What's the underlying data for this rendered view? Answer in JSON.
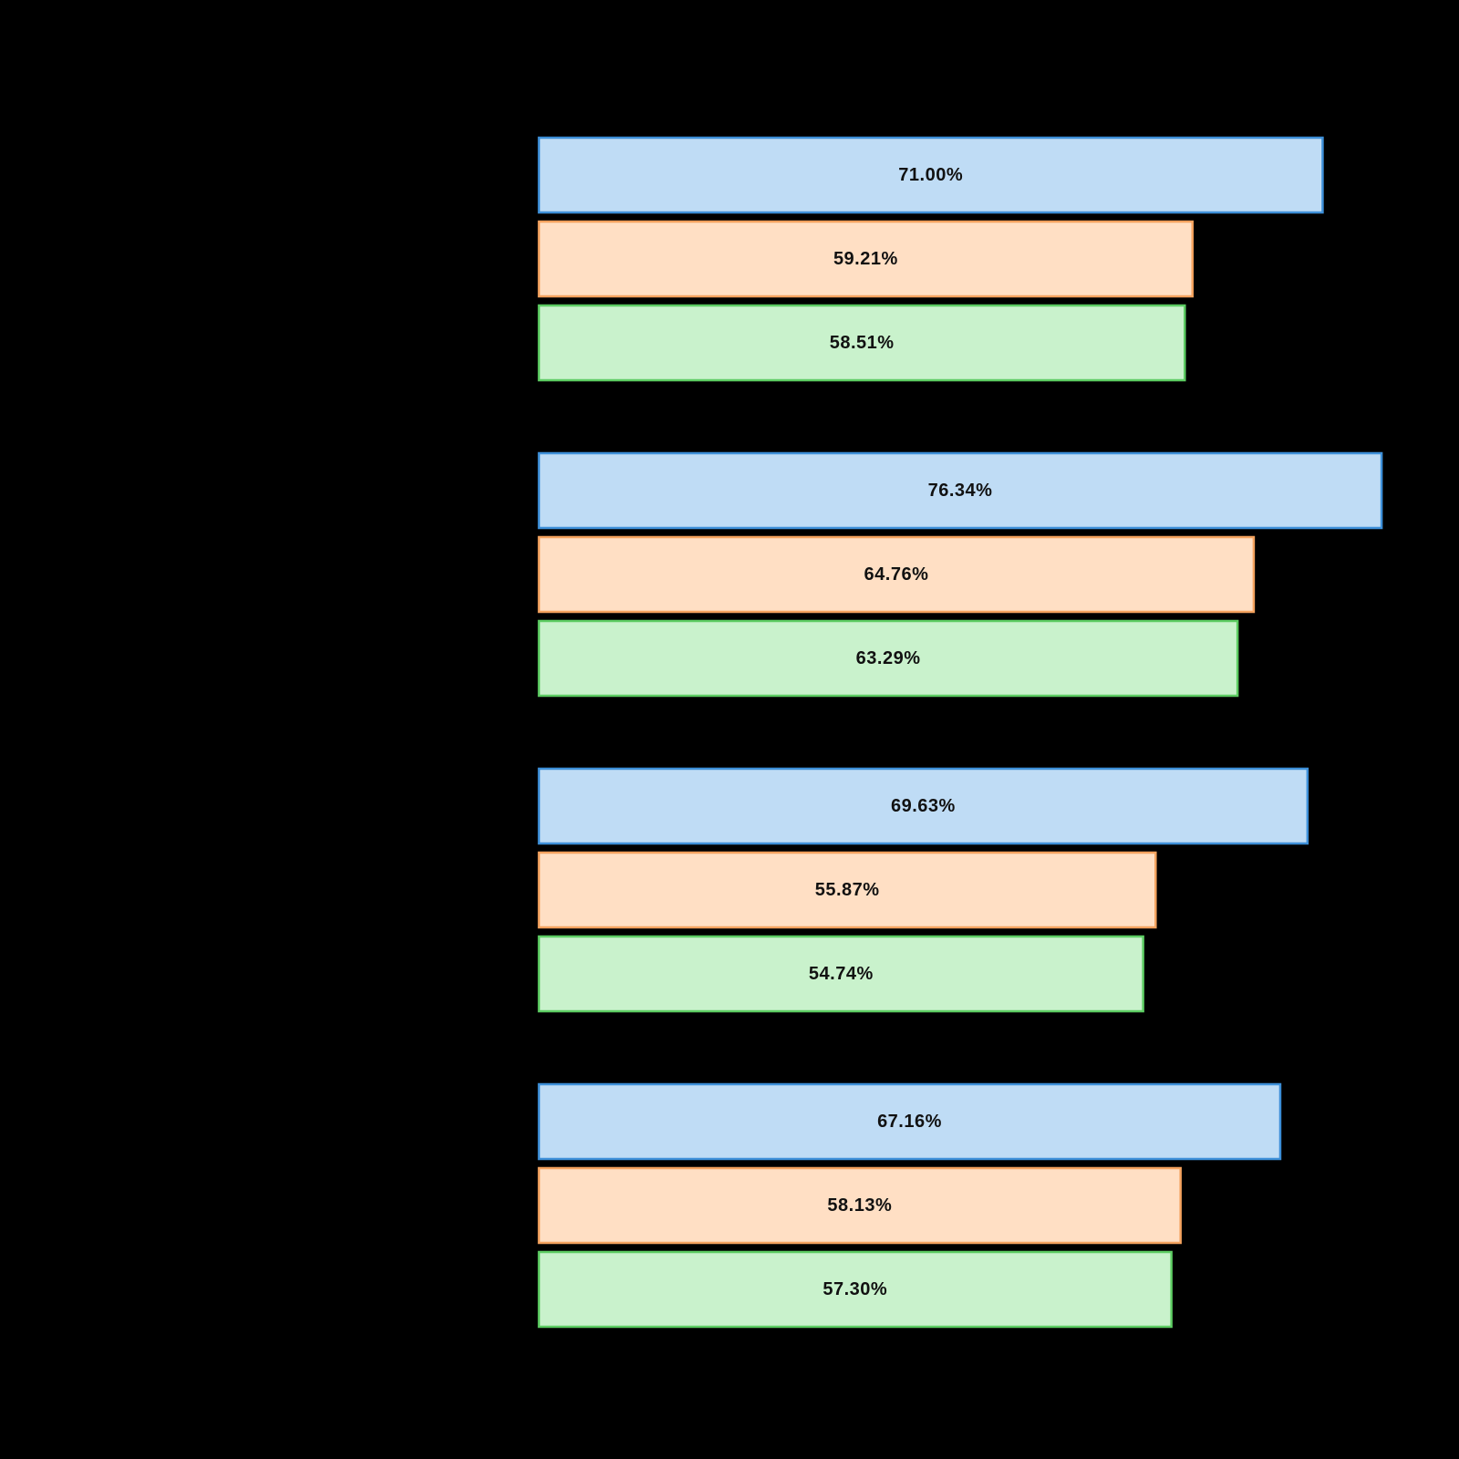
{
  "chart_data": {
    "type": "bar",
    "orientation": "horizontal",
    "categories": [
      "",
      "",
      "",
      ""
    ],
    "series": [
      {
        "values": [
          71.0,
          76.34,
          69.63,
          67.16
        ],
        "labels": [
          "71.00%",
          "76.34%",
          "69.63%",
          "67.16%"
        ],
        "fill": "#bfdcf5",
        "stroke": "#3d8fd8"
      },
      {
        "values": [
          59.21,
          64.76,
          55.87,
          58.13
        ],
        "labels": [
          "59.21%",
          "64.76%",
          "55.87%",
          "58.13%"
        ],
        "fill": "#ffdfc4",
        "stroke": "#f4a25e"
      },
      {
        "values": [
          58.51,
          63.29,
          54.74,
          57.3
        ],
        "labels": [
          "58.51%",
          "63.29%",
          "54.74%",
          "57.30%"
        ],
        "fill": "#c9f2cc",
        "stroke": "#5ccc62"
      }
    ],
    "xlim": [
      0,
      80
    ],
    "grid": false,
    "legend": "none",
    "background": "#000000",
    "label_color": "#111111"
  }
}
